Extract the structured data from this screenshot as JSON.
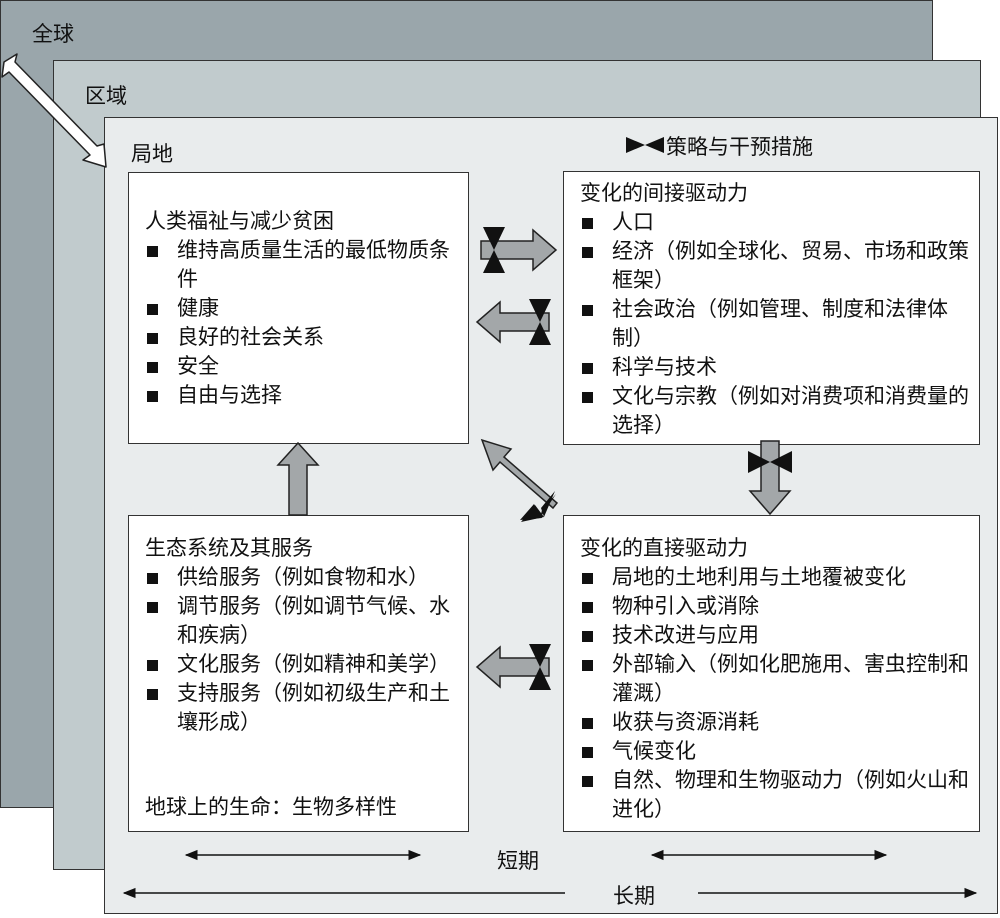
{
  "layers": {
    "global": "全球",
    "regional": "区域",
    "local": "局地"
  },
  "legend": {
    "label": "策略与干预措施"
  },
  "boxes": {
    "human_wellbeing": {
      "title": "人类福祉与减少贫困",
      "items": [
        "维持高质量生活的最低物质条件",
        "健康",
        "良好的社会关系",
        "安全",
        "自由与选择"
      ]
    },
    "indirect_drivers": {
      "title": "变化的间接驱动力",
      "items": [
        "人口",
        "经济（例如全球化、贸易、市场和政策框架）",
        "社会政治（例如管理、制度和法律体制）",
        "科学与技术",
        "文化与宗教（例如对消费项和消费量的选择）"
      ]
    },
    "ecosystem_services": {
      "title": "生态系统及其服务",
      "items": [
        "供给服务（例如食物和水）",
        "调节服务（例如调节气候、水和疾病）",
        "文化服务（例如精神和美学）",
        "支持服务（例如初级生产和土壤形成）"
      ],
      "footer": "地球上的生命：生物多样性"
    },
    "direct_drivers": {
      "title": "变化的直接驱动力",
      "items": [
        "局地的土地利用与土地覆被变化",
        "物种引入或消除",
        "技术改进与应用",
        "外部输入（例如化肥施用、害虫控制和灌溉）",
        "收获与资源消耗",
        "气候变化",
        "自然、物理和生物驱动力（例如火山和进化）"
      ]
    }
  },
  "timescales": {
    "short_term": "短期",
    "long_term": "长期"
  },
  "colors": {
    "global_bg": "#9aa6ab",
    "regional_bg": "#c1cbcd",
    "local_bg": "#e9eced",
    "arrow_fill": "#a3a7a9"
  }
}
